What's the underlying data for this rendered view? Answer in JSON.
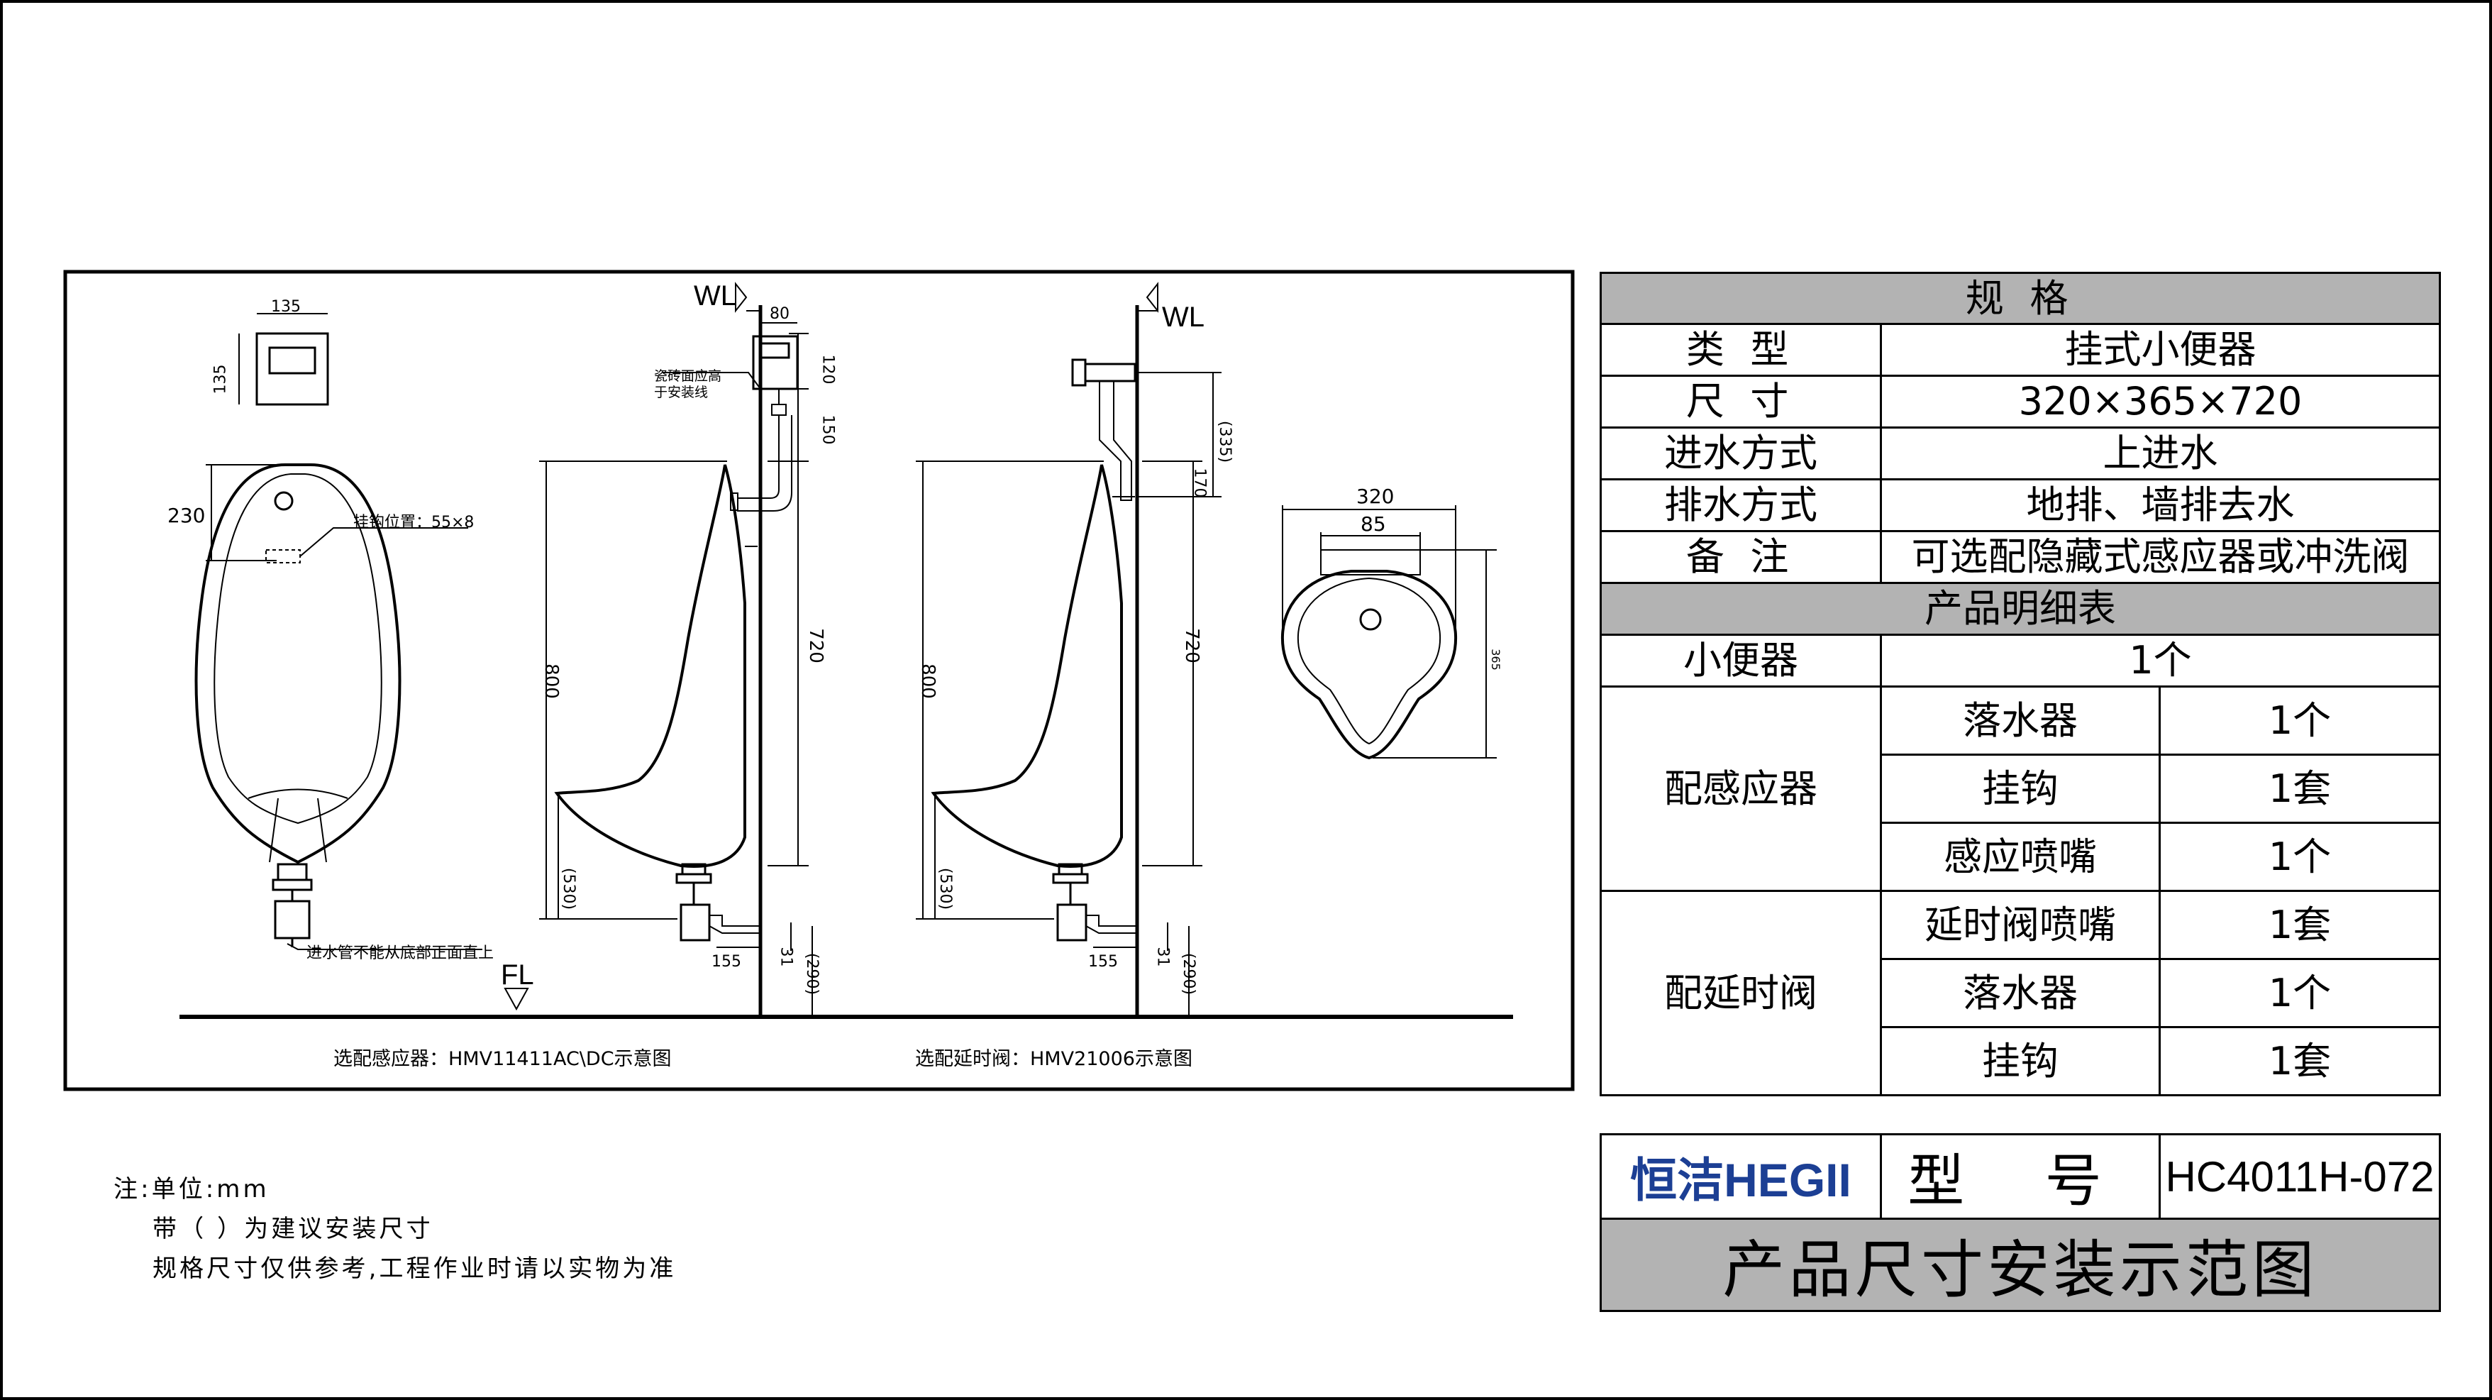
{
  "spec": {
    "header": "规  格",
    "rows": [
      {
        "label": "类  型",
        "value": "挂式小便器"
      },
      {
        "label": "尺  寸",
        "value": "320×365×720"
      },
      {
        "label": "进水方式",
        "value": "上进水"
      },
      {
        "label": "排水方式",
        "value": "地排、墙排去水"
      },
      {
        "label": "备  注",
        "value": "可选配隐藏式感应器或冲洗阀"
      }
    ],
    "detail_header": "产品明细表",
    "urinal": {
      "label": "小便器",
      "qty": "1个"
    },
    "sensor_group": {
      "label": "配感应器",
      "items": [
        {
          "name": "落水器",
          "qty": "1个"
        },
        {
          "name": "挂钩",
          "qty": "1套"
        },
        {
          "name": "感应喷嘴",
          "qty": "1个"
        }
      ]
    },
    "valve_group": {
      "label": "配延时阀",
      "items": [
        {
          "name": "延时阀喷嘴",
          "qty": "1套"
        },
        {
          "name": "落水器",
          "qty": "1个"
        },
        {
          "name": "挂钩",
          "qty": "1套"
        }
      ]
    }
  },
  "model": {
    "brand": "恒洁HEGII",
    "label": "型  号",
    "value": "HC4011H-072",
    "title": "产品尺寸安装示范图"
  },
  "notes": {
    "line1": "注:单位:mm",
    "line2": "带（ ）为建议安装尺寸",
    "line3": "规格尺寸仅供参考,工程作业时请以实物为准"
  },
  "drawing": {
    "caption_sensor": "选配感应器：HMV11411AC\\DC示意图",
    "caption_valve": "选配延时阀：HMV21006示意图",
    "wl": "WL",
    "fl": "FL",
    "sensor_w": "135",
    "sensor_h": "135",
    "dim_230": "230",
    "hook_note": "挂钩位置：55×8",
    "inlet_note": "进水管不能从底部正面直上",
    "tile_note_1": "瓷砖面应高",
    "tile_note_2": "于安装线",
    "dim_80": "80",
    "dim_120": "120",
    "dim_150": "150",
    "dim_720_a": "720",
    "dim_800_a": "800",
    "dim_530_a": "(530)",
    "dim_155_a": "155",
    "dim_31_a": "31",
    "dim_290_a": "(290)",
    "dim_335": "(335)",
    "dim_170": "170",
    "dim_720_b": "720",
    "dim_800_b": "800",
    "dim_530_b": "(530)",
    "dim_155_b": "155",
    "dim_31_b": "31",
    "dim_290_b": "(290)",
    "dim_320": "320",
    "dim_85": "85",
    "dim_365": "365"
  }
}
